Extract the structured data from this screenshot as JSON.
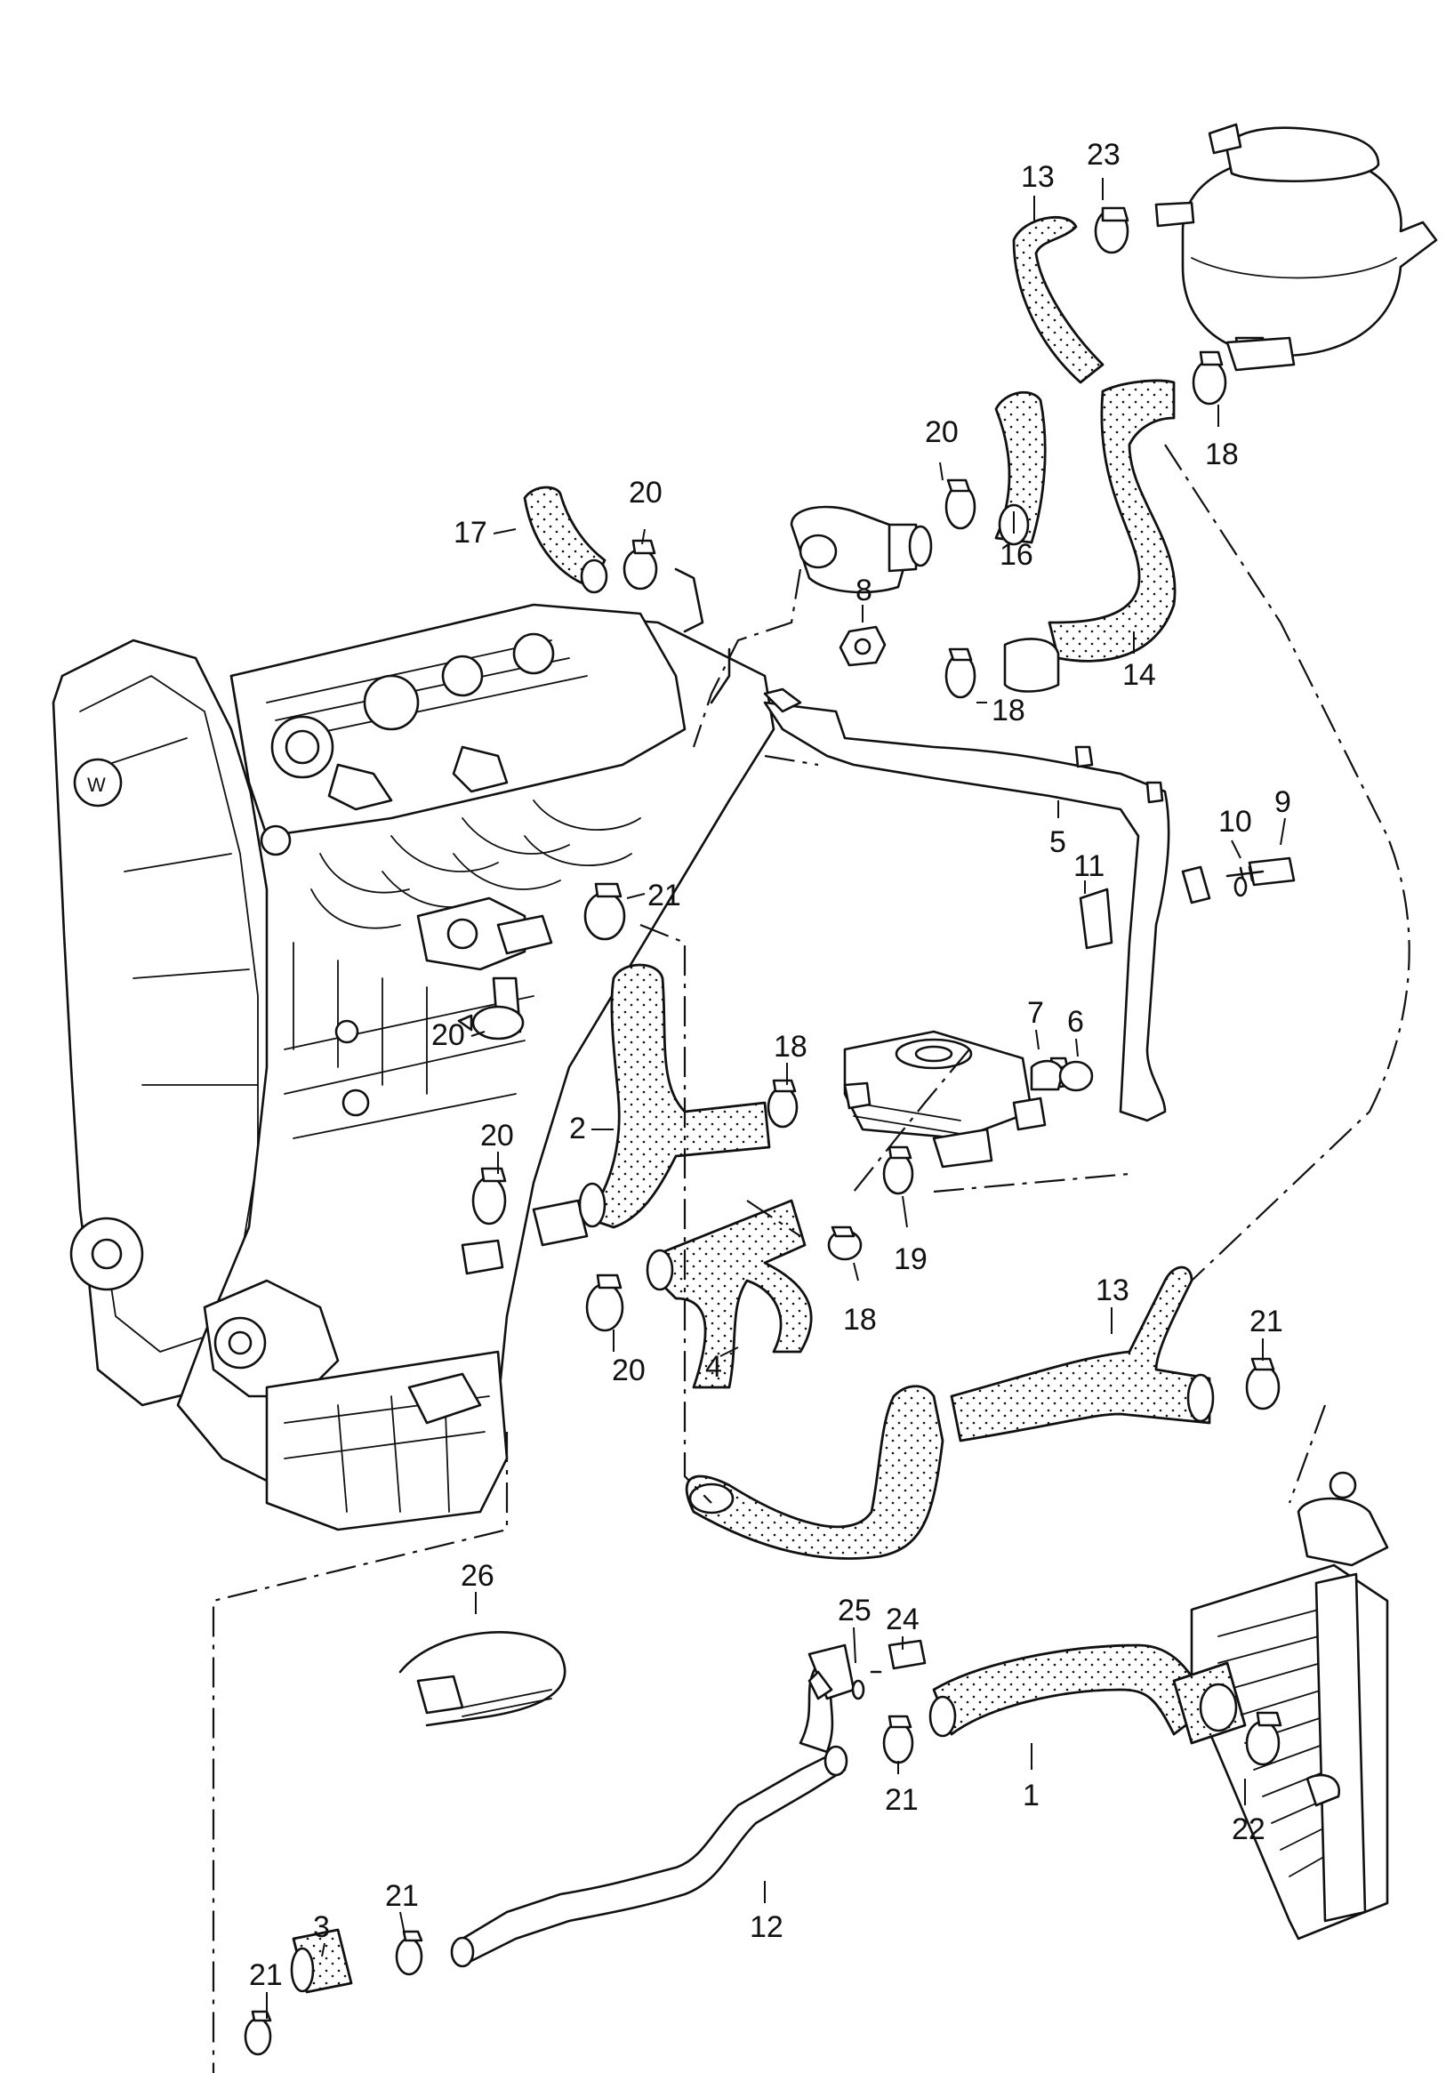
{
  "diagram": {
    "type": "exploded parts diagram",
    "subject": "engine cooling system hoses",
    "callouts": [
      {
        "id": "c13a",
        "label": "13"
      },
      {
        "id": "c23",
        "label": "23"
      },
      {
        "id": "c20a",
        "label": "20"
      },
      {
        "id": "c16",
        "label": "16"
      },
      {
        "id": "c18a",
        "label": "18"
      },
      {
        "id": "c17",
        "label": "17"
      },
      {
        "id": "c20b",
        "label": "20"
      },
      {
        "id": "c8",
        "label": "8"
      },
      {
        "id": "c14",
        "label": "14"
      },
      {
        "id": "c18b",
        "label": "18"
      },
      {
        "id": "c10",
        "label": "10"
      },
      {
        "id": "c9",
        "label": "9"
      },
      {
        "id": "c5",
        "label": "5"
      },
      {
        "id": "c11",
        "label": "11"
      },
      {
        "id": "c21a",
        "label": "21"
      },
      {
        "id": "c7",
        "label": "7"
      },
      {
        "id": "c6",
        "label": "6"
      },
      {
        "id": "c18c",
        "label": "18"
      },
      {
        "id": "c20c",
        "label": "20"
      },
      {
        "id": "c2",
        "label": "2"
      },
      {
        "id": "c20d",
        "label": "20"
      },
      {
        "id": "c19",
        "label": "19"
      },
      {
        "id": "c18d",
        "label": "18"
      },
      {
        "id": "c4",
        "label": "4"
      },
      {
        "id": "c20e",
        "label": "20"
      },
      {
        "id": "c13b",
        "label": "13"
      },
      {
        "id": "c21b",
        "label": "21"
      },
      {
        "id": "c26",
        "label": "26"
      },
      {
        "id": "c25",
        "label": "25"
      },
      {
        "id": "c24",
        "label": "24"
      },
      {
        "id": "c1",
        "label": "1"
      },
      {
        "id": "c21c",
        "label": "21"
      },
      {
        "id": "c22",
        "label": "22"
      },
      {
        "id": "c12",
        "label": "12"
      },
      {
        "id": "c21d",
        "label": "21"
      },
      {
        "id": "c3",
        "label": "3"
      },
      {
        "id": "c21e",
        "label": "21"
      }
    ]
  }
}
